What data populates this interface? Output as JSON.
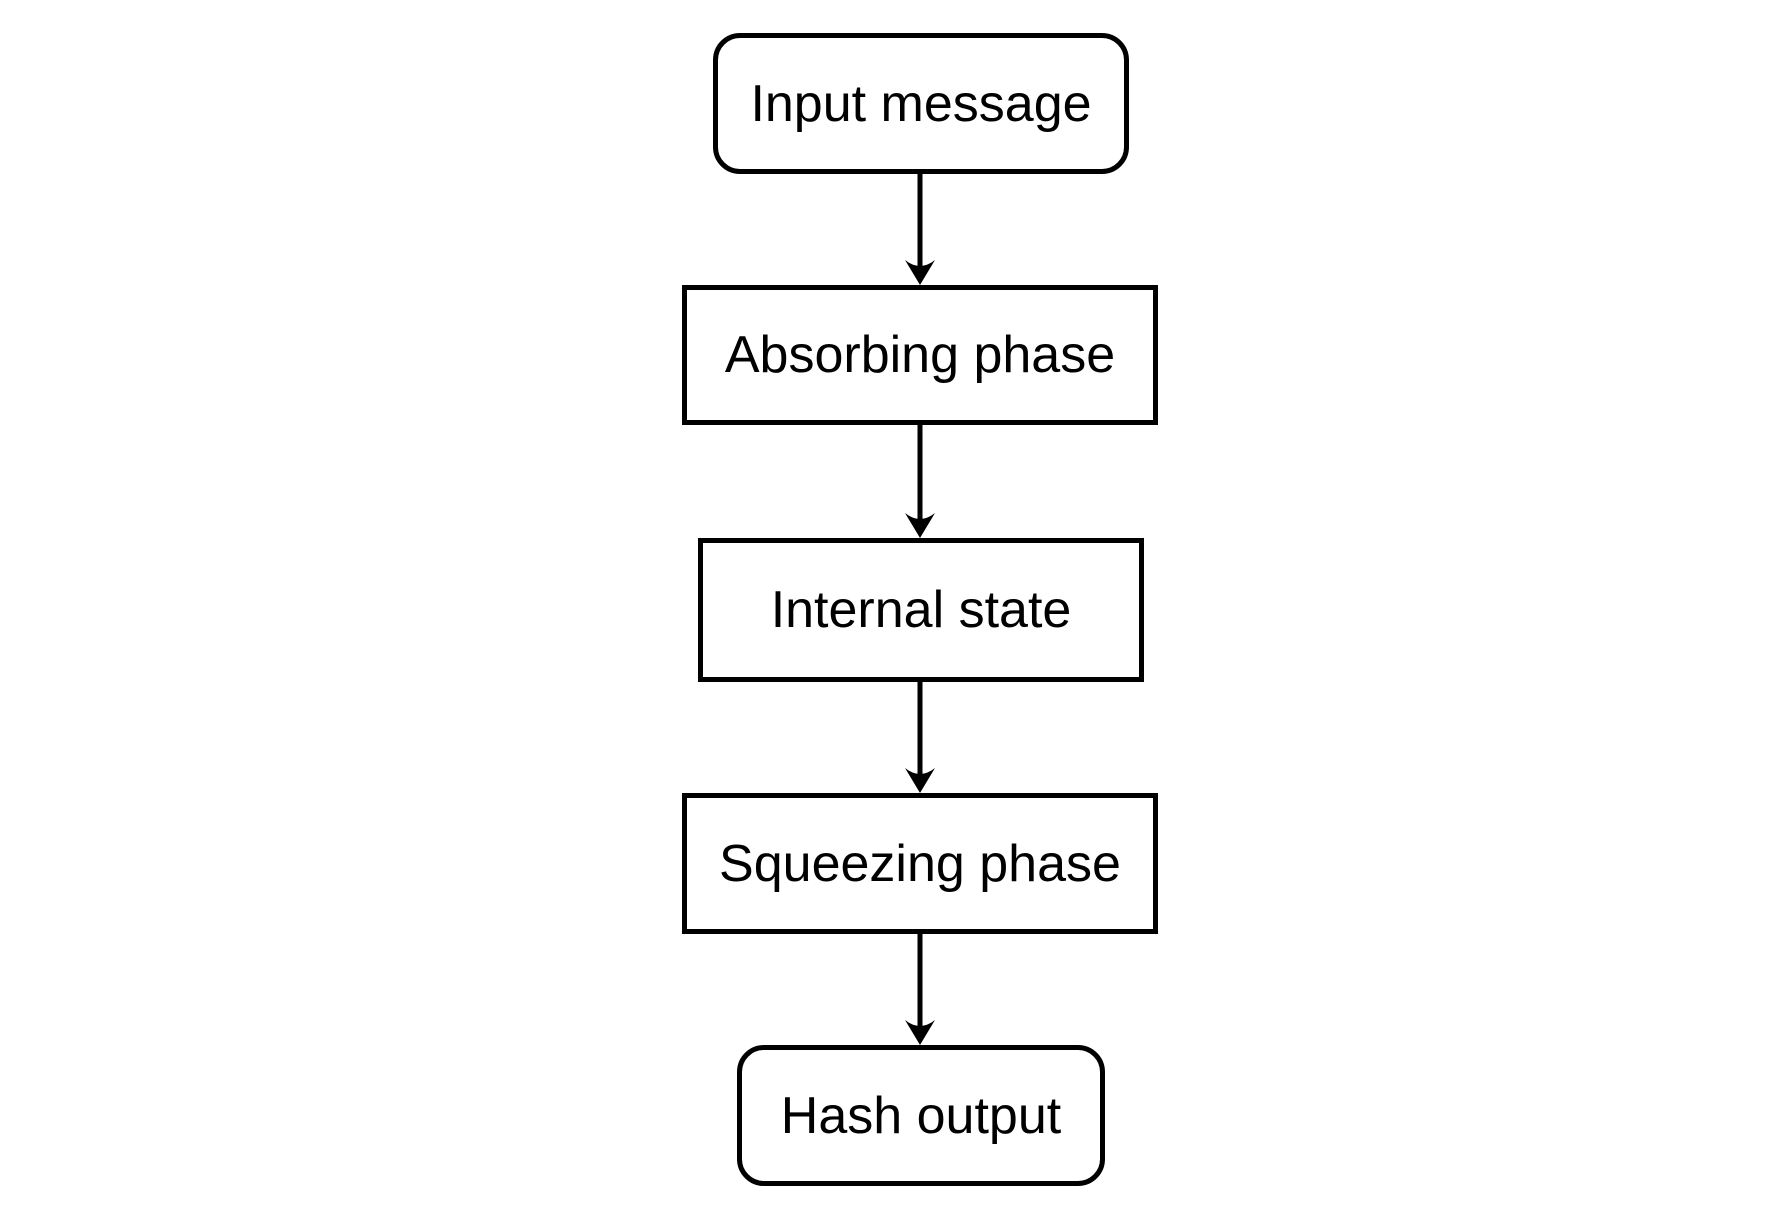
{
  "diagram": {
    "type": "flowchart",
    "direction": "top-down",
    "nodes": [
      {
        "id": "input-message",
        "label": "Input message",
        "shape": "rounded-rectangle"
      },
      {
        "id": "absorbing-phase",
        "label": "Absorbing phase",
        "shape": "rectangle"
      },
      {
        "id": "internal-state",
        "label": "Internal state",
        "shape": "rectangle"
      },
      {
        "id": "squeezing-phase",
        "label": "Squeezing phase",
        "shape": "rectangle"
      },
      {
        "id": "hash-output",
        "label": "Hash output",
        "shape": "rounded-rectangle"
      }
    ],
    "edges": [
      {
        "from": "input-message",
        "to": "absorbing-phase"
      },
      {
        "from": "absorbing-phase",
        "to": "internal-state"
      },
      {
        "from": "internal-state",
        "to": "squeezing-phase"
      },
      {
        "from": "squeezing-phase",
        "to": "hash-output"
      }
    ],
    "colors": {
      "stroke": "#000000",
      "fill": "#ffffff",
      "text": "#000000",
      "background": "#ffffff"
    }
  }
}
